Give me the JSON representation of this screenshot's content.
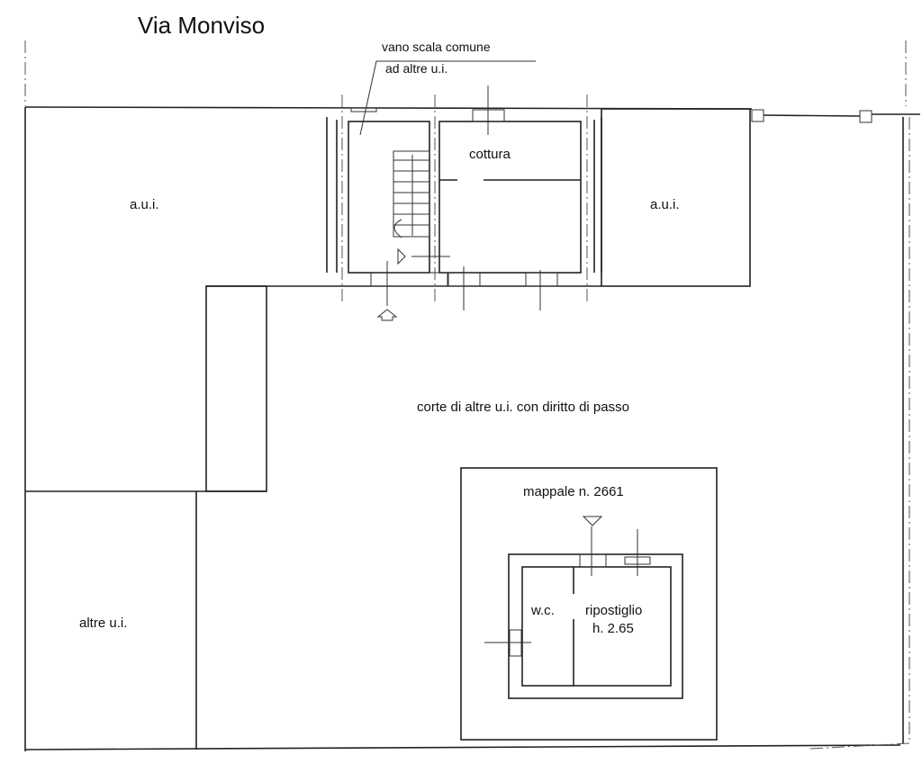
{
  "street": "Via Monviso",
  "labels": {
    "stair_note_1": "vano scala comune",
    "stair_note_2": "ad altre u.i.",
    "kitchen": "cottura",
    "aui_left": "a.u.i.",
    "aui_right": "a.u.i.",
    "courtyard": "corte di  altre u.i. con diritto di passo",
    "parcel": "mappale n. 2661",
    "wc": "w.c.",
    "storage": "ripostiglio",
    "height": "h. 2.65",
    "other_units": "altre u.i."
  },
  "colors": {
    "line": "#222222",
    "background": "#ffffff"
  }
}
